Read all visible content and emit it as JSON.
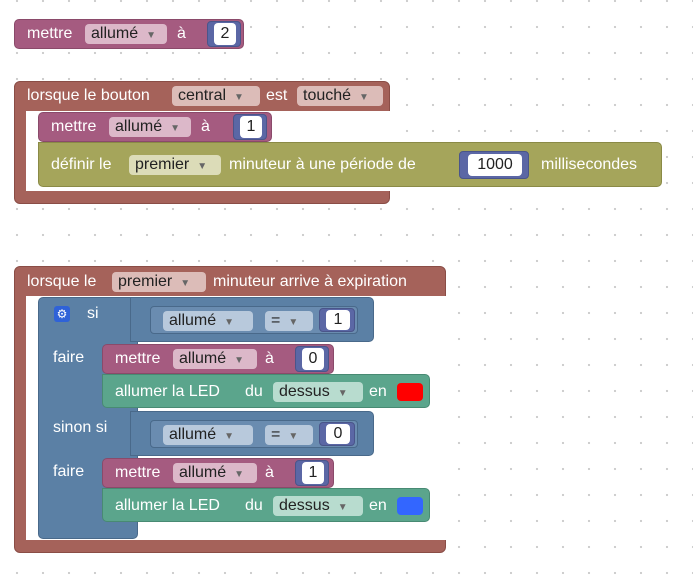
{
  "block1": {
    "set": "mettre",
    "var": "allumé",
    "to": "à",
    "value": "2"
  },
  "block2": {
    "when": "lorsque le bouton",
    "button": "central",
    "is": "est",
    "action": "touché",
    "set": "mettre",
    "var": "allumé",
    "to": "à",
    "value": "1",
    "define": "définir le",
    "timer": "premier",
    "period": "minuteur à une période de",
    "ms_value": "1000",
    "ms_unit": "millisecondes"
  },
  "block3": {
    "when": "lorsque le",
    "timer": "premier",
    "expire": "minuteur arrive à expiration",
    "if": "si",
    "do": "faire",
    "else_if": "sinon si",
    "cond1": {
      "var": "allumé",
      "op": "=",
      "value": "1"
    },
    "do1": {
      "set": "mettre",
      "var": "allumé",
      "to": "à",
      "value": "0",
      "led": "allumer la LED",
      "of": "du",
      "pos": "dessus",
      "in": "en",
      "color": "#ff0000"
    },
    "cond2": {
      "var": "allumé",
      "op": "=",
      "value": "0"
    },
    "do2": {
      "set": "mettre",
      "var": "allumé",
      "to": "à",
      "value": "1",
      "led": "allumer la LED",
      "of": "du",
      "pos": "dessus",
      "in": "en",
      "color": "#3366ff"
    }
  }
}
